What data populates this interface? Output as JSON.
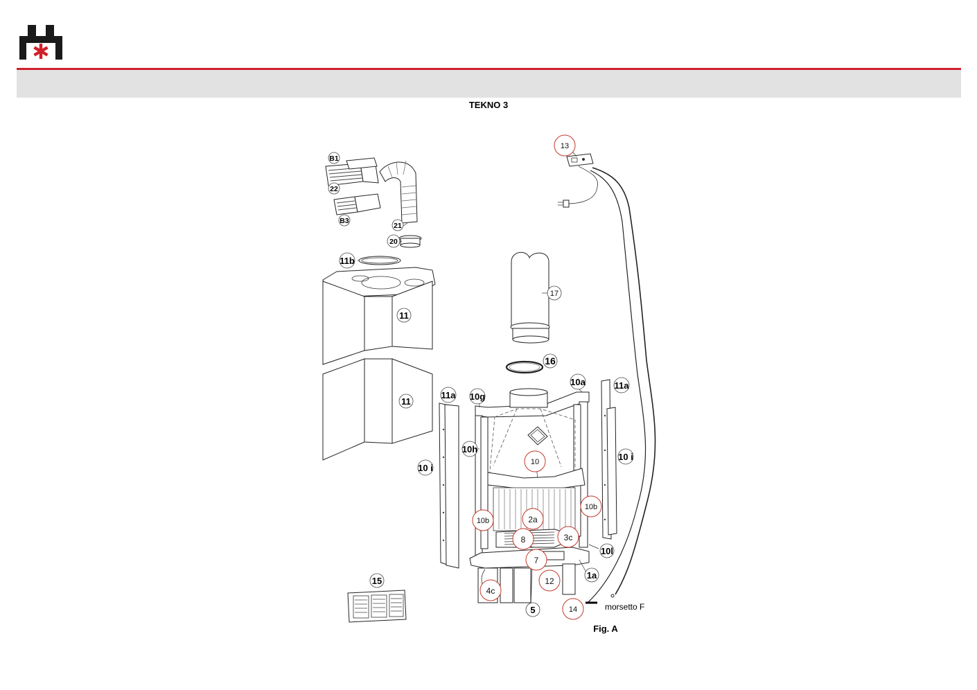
{
  "document": {
    "title": "TEKNO 3",
    "figure_label": "Fig. A",
    "terminal_label": "morsetto F"
  },
  "callouts": {
    "c13": "13",
    "cB1": "B1",
    "c22": "22",
    "cB3": "B3",
    "c21": "21",
    "c20": "20",
    "c11b": "11b",
    "c11_upper": "11",
    "c11_lower": "11",
    "c17": "17",
    "c16": "16",
    "c10a": "10a",
    "c11a_right": "11a",
    "c11a_left": "11a",
    "c10g": "10g",
    "c10h": "10h",
    "c10i_left": "10 i",
    "c10i_right": "10 i",
    "c10": "10",
    "c10b_left": "10b",
    "c10b_right": "10b",
    "c2a": "2a",
    "c8": "8",
    "c3c": "3c",
    "c10l": "10l",
    "c7": "7",
    "c1a": "1a",
    "c12": "12",
    "c4c": "4c",
    "c5": "5",
    "c14": "14",
    "c15": "15"
  },
  "colors": {
    "accent_red": "#d0202a",
    "band_grey": "#e2e2e2",
    "callout_circle_red": "#c0392b"
  }
}
